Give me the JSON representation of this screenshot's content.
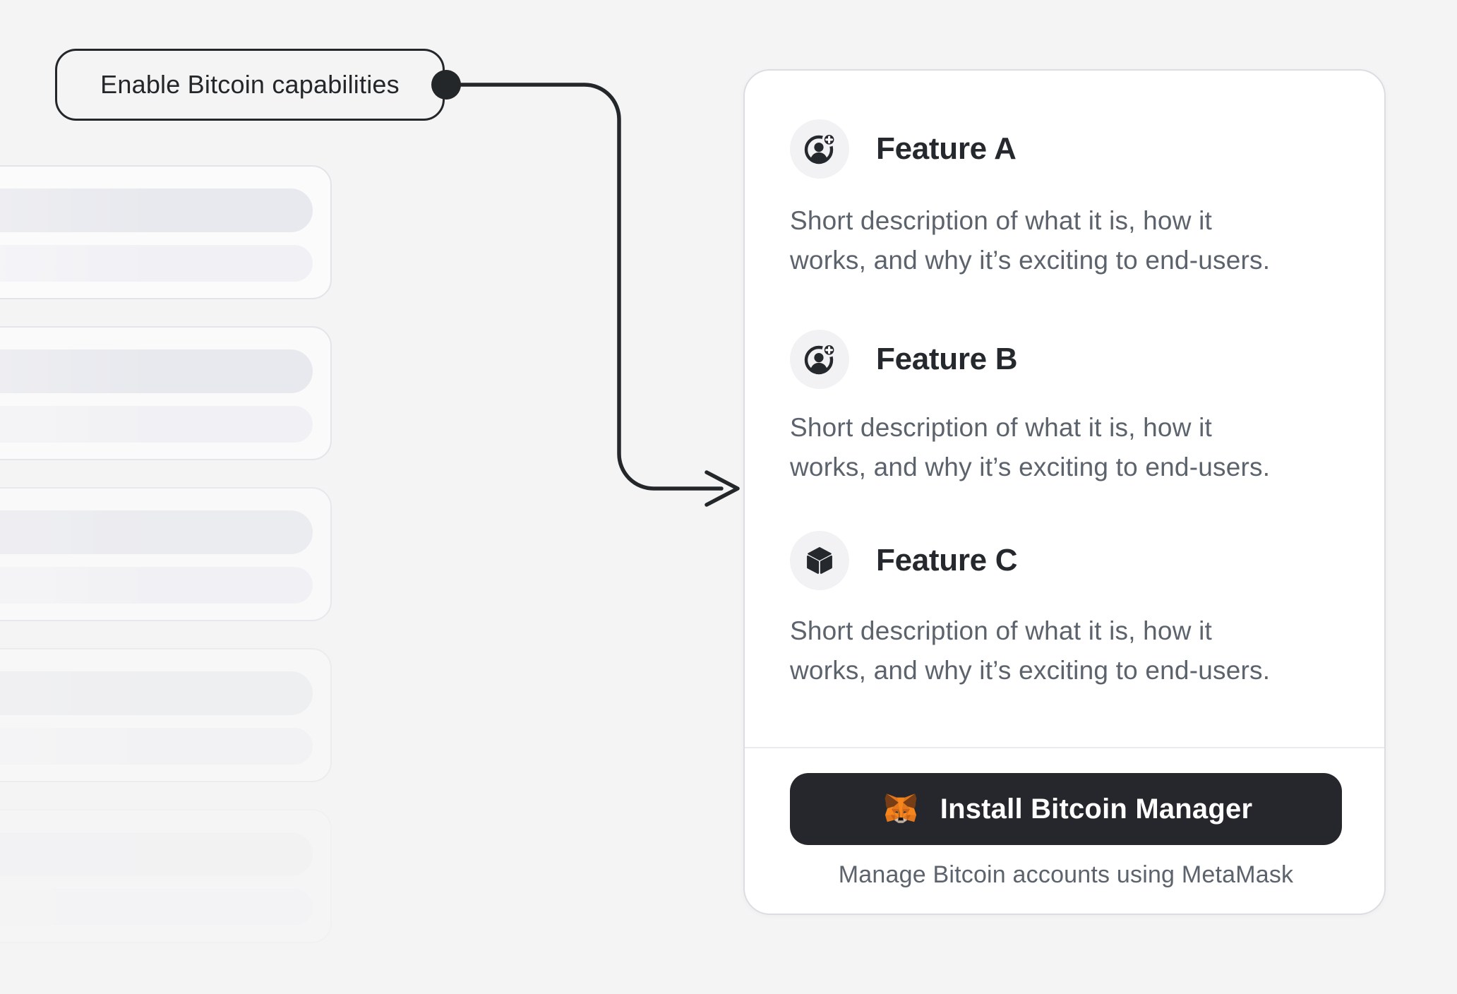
{
  "annotation": {
    "label": "Enable Bitcoin capabilities"
  },
  "skeleton": {
    "card_count": 5,
    "bars_per_card": 2
  },
  "features": [
    {
      "icon": "user-plus-icon",
      "title": "Feature A",
      "description": "Short description of what it is, how it works, and why it’s exciting to end-users.",
      "description_lines": [
        "Short description of what it is, how it",
        "works, and why it’s exciting to end-users."
      ]
    },
    {
      "icon": "user-plus-icon",
      "title": "Feature B",
      "description": "Short description of what it is, how it works, and why it’s exciting to end-users.",
      "description_lines": [
        "Short description of what it is, how it",
        "works, and why it’s exciting to end-users."
      ]
    },
    {
      "icon": "cube-icon",
      "title": "Feature C",
      "description": "Short description of what it is, how it works, and why it’s exciting to end-users.",
      "description_lines": [
        "Short description of what it is, how it",
        "works, and why it’s exciting to end-users."
      ]
    }
  ],
  "footer": {
    "install_button": {
      "icon": "metamask-fox-icon",
      "label": "Install Bitcoin Manager"
    },
    "caption": "Manage Bitcoin accounts using MetaMask"
  },
  "colors": {
    "page_background": "#f4f4f5",
    "card_background": "#ffffff",
    "card_border": "#dcdde2",
    "accent_dark": "#24272a",
    "muted_text": "#5c636c",
    "icon_circle_background": "#f2f2f4",
    "button_background": "#25272c",
    "button_text": "#ffffff",
    "metamask_orange": "#f6851b"
  }
}
